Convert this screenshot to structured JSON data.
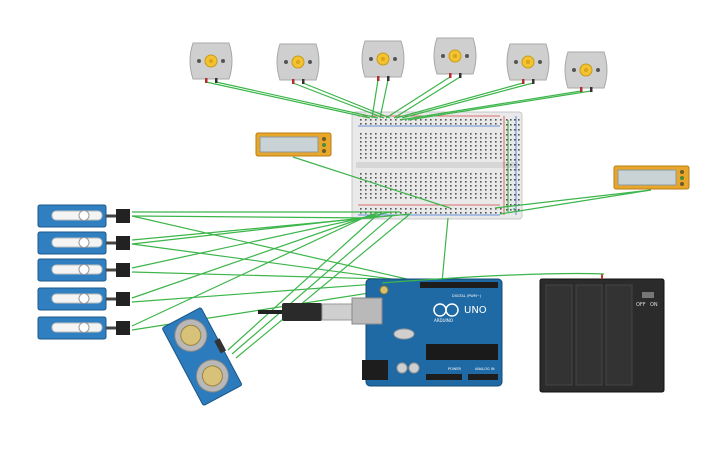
{
  "colors": {
    "wire": "#3cb54a",
    "breadboard": "#e9e9e9",
    "arduino": "#1f6aa5",
    "servo": "#2f7fc1",
    "motor": "#cfcfcf",
    "motor_shaft": "#f2c230",
    "lcd_frame": "#e8a72b",
    "battery_case": "#2b2b2b",
    "sensor": "#2b7bbd"
  },
  "arduino": {
    "model_label": "UNO",
    "brand_label": "ARDUINO",
    "digital_label": "DIGITAL (PWM~)",
    "power_label": "POWER",
    "analog_label": "ANALOG IN"
  },
  "battery": {
    "off_label": "OFF",
    "on_label": "ON"
  },
  "components": {
    "motors": [
      "dc-motor",
      "dc-motor",
      "dc-motor",
      "dc-motor",
      "dc-motor",
      "dc-motor"
    ],
    "servos": [
      "micro-servo",
      "micro-servo",
      "micro-servo",
      "micro-servo",
      "micro-servo"
    ],
    "lcds": [
      "lcd-16x2",
      "lcd-16x2"
    ],
    "sensor": "ultrasonic-distance-sensor",
    "battery": "battery-pack-4xAA",
    "cable": "usb-cable"
  }
}
